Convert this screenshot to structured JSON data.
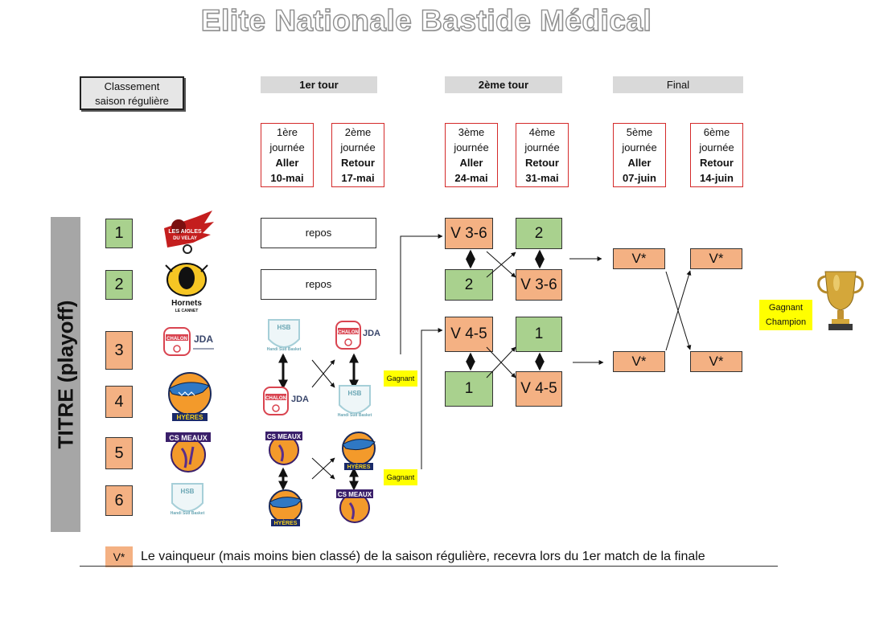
{
  "title": "Elite Nationale Bastide Médical",
  "classement": {
    "line1": "Classement",
    "line2": "saison régulière"
  },
  "phases": {
    "tour1": "1er tour",
    "tour2": "2ème tour",
    "final": "Final"
  },
  "days": [
    {
      "l1": "1ère",
      "l2": "journée",
      "l3": "Aller",
      "l4": "10-mai"
    },
    {
      "l1": "2ème",
      "l2": "journée",
      "l3": "Retour",
      "l4": "17-mai"
    },
    {
      "l1": "3ème",
      "l2": "journée",
      "l3": "Aller",
      "l4": "24-mai"
    },
    {
      "l1": "4ème",
      "l2": "journée",
      "l3": "Retour",
      "l4": "31-mai"
    },
    {
      "l1": "5ème",
      "l2": "journée",
      "l3": "Aller",
      "l4": "07-juin"
    },
    {
      "l1": "6ème",
      "l2": "journée",
      "l3": "Retour",
      "l4": "14-juin"
    }
  ],
  "band_label": "TITRE (playoff)",
  "ranks": [
    "1",
    "2",
    "3",
    "4",
    "5",
    "6"
  ],
  "repos": [
    "repos",
    "repos"
  ],
  "teams": {
    "aigles": {
      "l1": "LES AIGLES",
      "l2": "DU VELAY"
    },
    "hornets": {
      "l1": "Hornets",
      "l2": "LE CANNET"
    },
    "chalon": {
      "l1": "CHALON",
      "l2": "JDA"
    },
    "hyeres": {
      "l1": "HYÈRES"
    },
    "meaux": {
      "l1": "CS MEAUX"
    },
    "hsb": {
      "l1": "HSB",
      "l2": "Handi Sud Basket"
    }
  },
  "gagnant": [
    "Gagnant",
    "Gagnant"
  ],
  "round2": {
    "v36": "V 3-6",
    "two": "2",
    "two_b": "2",
    "v36_b": "V 3-6",
    "v45": "V 4-5",
    "one": "1",
    "one_b": "1",
    "v45_b": "V 4-5"
  },
  "final_boxes": [
    "V*",
    "V*",
    "V*",
    "V*"
  ],
  "champion": {
    "l1": "Gagnant",
    "l2": "Champion"
  },
  "legend": {
    "key": "V*",
    "text": "Le vainqueur (mais moins bien classé) de la saison régulière, recevra lors du 1er match de la finale"
  },
  "colors": {
    "green": "#a9d18e",
    "orange": "#f4b183",
    "yellow": "#ffff00",
    "band": "#a6a6a6",
    "day_border": "#d42a2a"
  }
}
